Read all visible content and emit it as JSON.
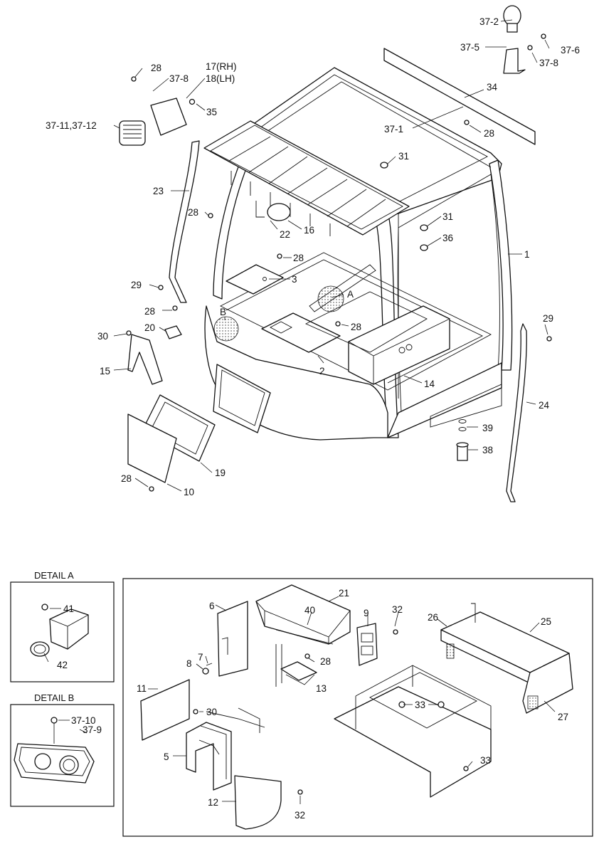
{
  "labels": {
    "p37_2": "37-2",
    "p37_5": "37-5",
    "p37_6": "37-6",
    "p37_8a": "37-8",
    "p34": "34",
    "p28a": "28",
    "p37_1": "37-1",
    "p28b": "28",
    "p37_8b": "37-8",
    "p17": "17(RH)",
    "p18": "18(LH)",
    "p35": "35",
    "p37_11": "37-11,37-12",
    "p31a": "31",
    "p23": "23",
    "p28c": "28",
    "p22": "22",
    "p16": "16",
    "p31b": "31",
    "p36": "36",
    "p1": "1",
    "p28d": "28",
    "p3": "3",
    "p29a": "29",
    "p28e": "28",
    "pA": "A",
    "pB": "B",
    "p20": "20",
    "p28f": "28",
    "p29b": "29",
    "p30a": "30",
    "p15": "15",
    "p2": "2",
    "p14": "14",
    "p24": "24",
    "p39": "39",
    "p38": "38",
    "p19": "19",
    "p28g": "28",
    "p10": "10",
    "p6": "6",
    "p21": "21",
    "p40": "40",
    "p9": "9",
    "p32a": "32",
    "p26": "26",
    "p25": "25",
    "p7": "7",
    "p8": "8",
    "p28h": "28",
    "p13": "13",
    "p11": "11",
    "p30b": "30",
    "p33a": "33",
    "p27": "27",
    "p5": "5",
    "p33b": "33",
    "p12": "12",
    "p32b": "32",
    "p41": "41",
    "p42": "42",
    "p37_10": "37-10",
    "p37_9": "37-9"
  },
  "details": {
    "a_title": "DETAIL A",
    "b_title": "DETAIL B"
  }
}
